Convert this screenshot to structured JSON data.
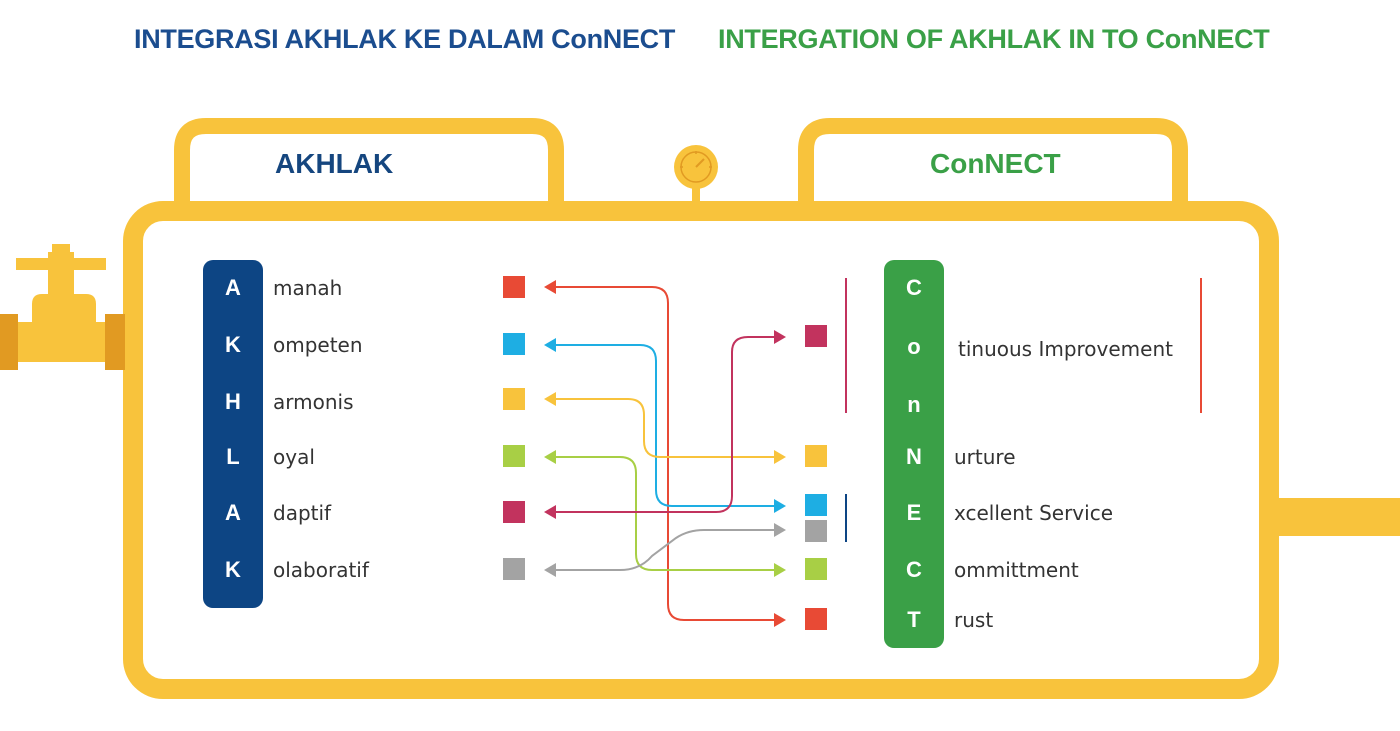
{
  "title_left": "INTEGRASI AKHLAK KE DALAM ConNECT",
  "title_right": "INTERGATION OF AKHLAK IN TO ConNECT",
  "akhlak": {
    "header": "AKHLAK",
    "rows": [
      {
        "letter": "A",
        "word": "manah",
        "color": "#e84a35"
      },
      {
        "letter": "K",
        "word": "ompeten",
        "color": "#1eaee3"
      },
      {
        "letter": "H",
        "word": "armonis",
        "color": "#f8c33c"
      },
      {
        "letter": "L",
        "word": "oyal",
        "color": "#a8cf45"
      },
      {
        "letter": "A",
        "word": "daptif",
        "color": "#c2335e"
      },
      {
        "letter": "K",
        "word": "olaboratif",
        "color": "#a3a3a3"
      }
    ]
  },
  "connect": {
    "header": "ConNECT",
    "letters": [
      "C",
      "o",
      "n",
      "N",
      "E",
      "C",
      "T"
    ],
    "words": [
      {
        "text": "tinuous Improvement"
      },
      {
        "text": "urture"
      },
      {
        "text": "xcellent Service"
      },
      {
        "text": "ommittment"
      },
      {
        "text": "rust"
      }
    ],
    "squares": [
      {
        "color": "#c2335e"
      },
      {
        "color": "#f8c33c"
      },
      {
        "color": "#1eaee3"
      },
      {
        "color": "#a3a3a3"
      },
      {
        "color": "#a8cf45"
      },
      {
        "color": "#e84a35"
      }
    ]
  },
  "colors": {
    "pipe": "#f8c33c",
    "valve_dark": "#e19a22"
  }
}
